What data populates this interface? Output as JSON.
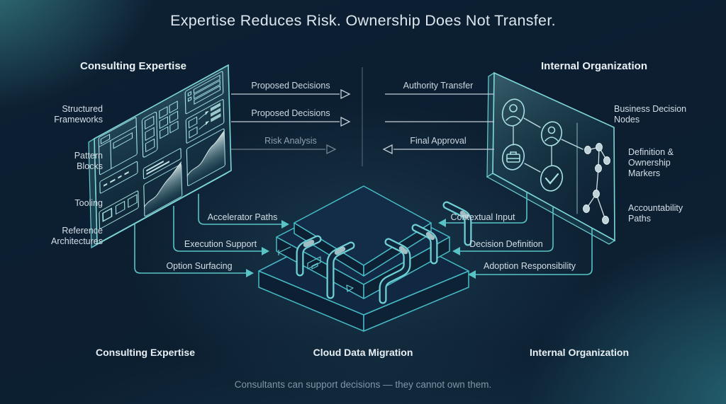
{
  "title": "Expertise Reduces Risk. Ownership Does Not Transfer.",
  "left_panel": {
    "title": "Consulting Expertise",
    "labels": {
      "structured": "Structured\nFrameworks",
      "pattern": "Pattern\nBlocks",
      "tooling": "Tooling",
      "reference": "Reference\nArchitectures"
    }
  },
  "right_panel": {
    "title": "Internal Organization",
    "labels": {
      "business": "Business Decision\nNodes",
      "definition": "Definition &\nOwnership\nMarkers",
      "accountability": "Accountability\nPaths"
    }
  },
  "top_flows": {
    "left": [
      {
        "label": "Proposed Decisions"
      },
      {
        "label": "Proposed Decisions"
      },
      {
        "label": "Risk Analysis"
      }
    ],
    "right": [
      {
        "label": "Authority Transfer"
      },
      {
        "label": "Final Approval"
      }
    ]
  },
  "bottom_flows": {
    "left": [
      {
        "label": "Accelerator Paths"
      },
      {
        "label": "Execution Support"
      },
      {
        "label": "Option Surfacing"
      }
    ],
    "right": [
      {
        "label": "Contextual Input"
      },
      {
        "label": "Decision Definition"
      },
      {
        "label": "Adoption Responsibility"
      }
    ]
  },
  "footer": {
    "left": "Consulting Expertise",
    "center": "Cloud Data Migration",
    "right": "Internal Organization",
    "caption": "Consultants can support decisions — they cannot own them."
  },
  "colors": {
    "background": "#0d2033",
    "accent_teal": "#55c2c2",
    "panel_stroke": "#74d4d6",
    "line_gray": "#c3ced8",
    "glow_teal": "#2e6b70",
    "text": "#d5dfe8"
  }
}
